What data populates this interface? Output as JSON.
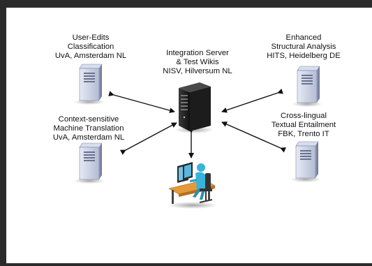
{
  "nodes": {
    "top_left": {
      "lines": [
        "User-Edits",
        "Classification",
        "UvA, Amsterdam NL"
      ],
      "icon": "server-tower-icon"
    },
    "center": {
      "lines": [
        "Integration Server",
        "& Test Wikis",
        "NISV, Hilversum NL"
      ],
      "icon": "server-black-icon"
    },
    "top_right": {
      "lines": [
        "Enhanced",
        "Structural Analysis",
        "HITS, Heidelberg DE"
      ],
      "icon": "server-tower-icon"
    },
    "bottom_left": {
      "lines": [
        "Context-sensitive",
        "Machine Translation",
        "UvA, Amsterdam NL"
      ],
      "icon": "server-tower-icon"
    },
    "bottom_right": {
      "lines": [
        "Cross-lingual",
        "Textual Entailment",
        "FBK, Trento IT"
      ],
      "icon": "server-tower-icon"
    },
    "user": {
      "icon": "user-workstation-icon"
    }
  },
  "colors": {
    "server_body": "#c4cbe0",
    "server_dark": "#1a1a1a",
    "arrow": "#111111",
    "user_figure": "#39b4d8",
    "desk": "#d98a2e"
  }
}
